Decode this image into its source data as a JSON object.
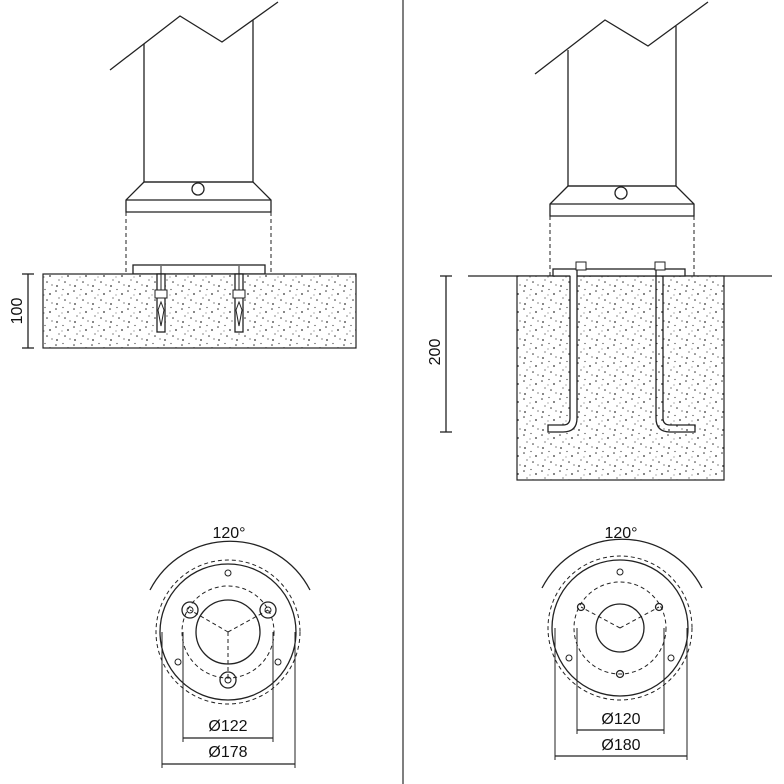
{
  "left_elevation": {
    "depth_label": "100"
  },
  "right_elevation": {
    "depth_label": "200"
  },
  "left_plan": {
    "angle_label": "120°",
    "inner_diameter_label": "Ø122",
    "outer_diameter_label": "Ø178"
  },
  "right_plan": {
    "angle_label": "120°",
    "inner_diameter_label": "Ø120",
    "outer_diameter_label": "Ø180"
  },
  "colors": {
    "line": "#222222",
    "background": "#ffffff"
  }
}
